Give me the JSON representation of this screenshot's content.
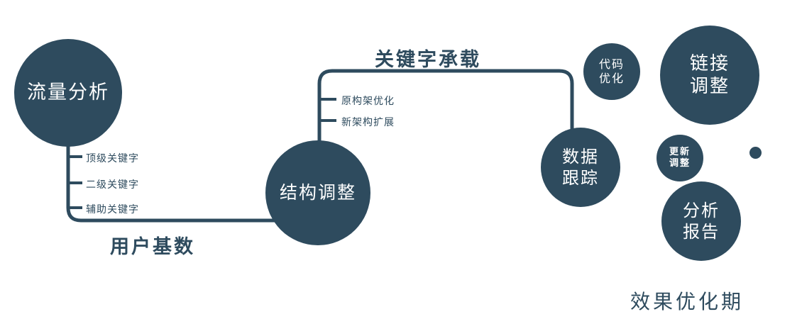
{
  "colors": {
    "primary": "#2e4b5e",
    "text_on_node": "#ffffff",
    "background": "#ffffff"
  },
  "nodes": {
    "traffic_analysis": {
      "label": "流量分析"
    },
    "structure_adjustment": {
      "label": "结构调整"
    },
    "data_tracking": {
      "label": "数据\n跟踪"
    },
    "code_optimization": {
      "label": "代码\n优化"
    },
    "link_adjustment": {
      "label": "链接\n调整"
    },
    "update_adjustment": {
      "label": "更新\n调整"
    },
    "analysis_report": {
      "label": "分析\n报告"
    }
  },
  "edge_labels": {
    "user_base": "用户基数",
    "keyword_bearing": "关键字承载"
  },
  "branches": {
    "traffic": {
      "items": [
        "顶级关键字",
        "二级关键字",
        "辅助关键字"
      ]
    },
    "structure": {
      "items": [
        "原构架优化",
        "新架构扩展"
      ]
    }
  },
  "footer": {
    "phase_label": "效果优化期"
  }
}
